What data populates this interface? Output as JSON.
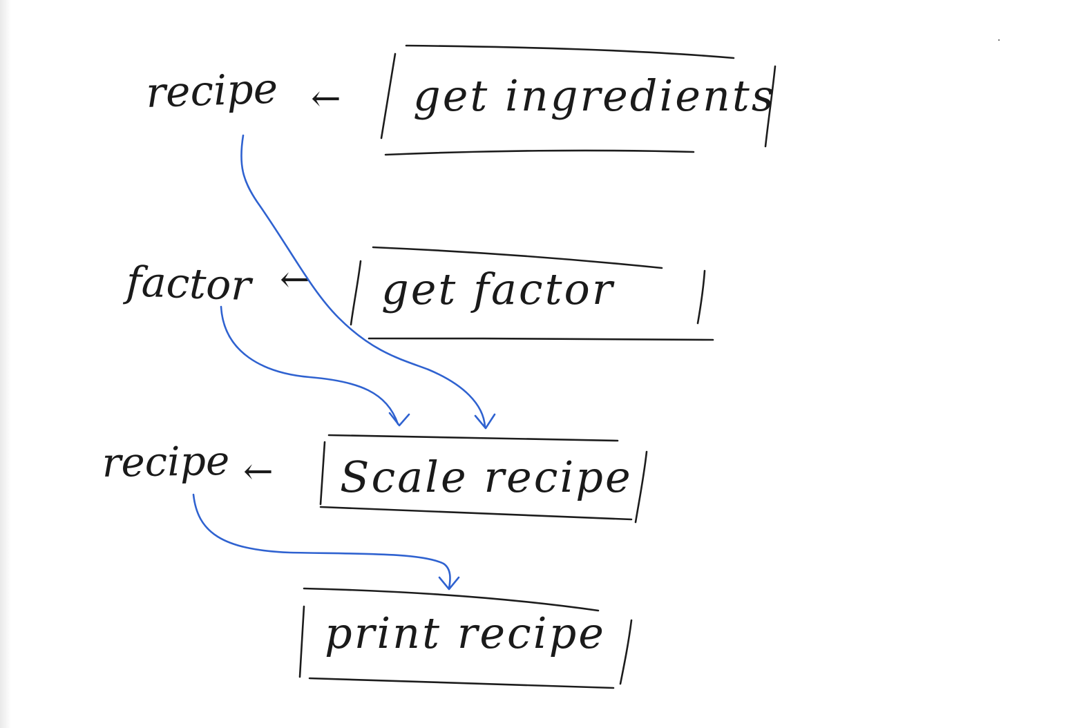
{
  "steps": [
    {
      "output": "recipe",
      "arrow": "←",
      "procedure": "get ingredients"
    },
    {
      "output": "factor",
      "arrow": "←",
      "procedure": "get factor"
    },
    {
      "output": "recipe",
      "arrow": "←",
      "procedure": "Scale recipe"
    },
    {
      "output": "",
      "arrow": "",
      "procedure": "print recipe"
    }
  ],
  "colors": {
    "ink": "#1c1c1c",
    "flow_arrows": "#2f62d0",
    "paper": "#ffffff"
  }
}
